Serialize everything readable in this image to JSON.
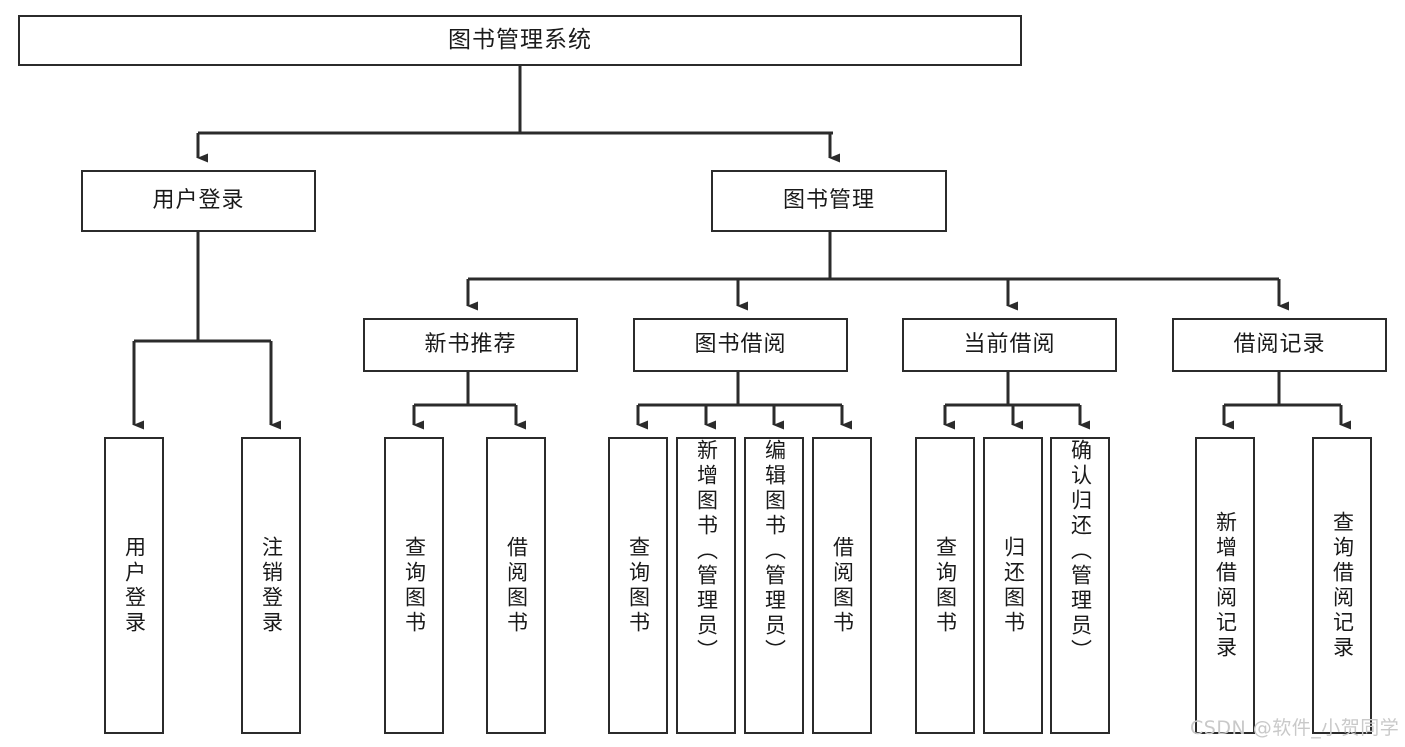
{
  "diagram": {
    "title": "图书管理系统",
    "type": "tree-hierarchy",
    "background_color": "#ffffff",
    "line_color": "#2b2b2b",
    "text_color": "#1a1a1a",
    "nodes": {
      "root": {
        "label": "图书管理系统"
      },
      "level2": [
        {
          "label": "用户登录"
        },
        {
          "label": "图书管理"
        }
      ],
      "level3": [
        {
          "label": "新书推荐"
        },
        {
          "label": "图书借阅"
        },
        {
          "label": "当前借阅"
        },
        {
          "label": "借阅记录"
        }
      ],
      "leaves_user_login": [
        {
          "label": "用户登录"
        },
        {
          "label": "注销登录"
        }
      ],
      "leaves_new_book": [
        {
          "label": "查询图书"
        },
        {
          "label": "借阅图书"
        }
      ],
      "leaves_borrow": [
        {
          "label": "查询图书"
        },
        {
          "label": "新增图书（管理员）"
        },
        {
          "label": "编辑图书（管理员）"
        },
        {
          "label": "借阅图书"
        }
      ],
      "leaves_current": [
        {
          "label": "查询图书"
        },
        {
          "label": "归还图书"
        },
        {
          "label": "确认归还（管理员）"
        }
      ],
      "leaves_records": [
        {
          "label": "新增借阅记录"
        },
        {
          "label": "查询借阅记录"
        }
      ]
    }
  },
  "watermark": {
    "text": "CSDN @软件_小贺同学",
    "color": "#c9c9c9"
  }
}
